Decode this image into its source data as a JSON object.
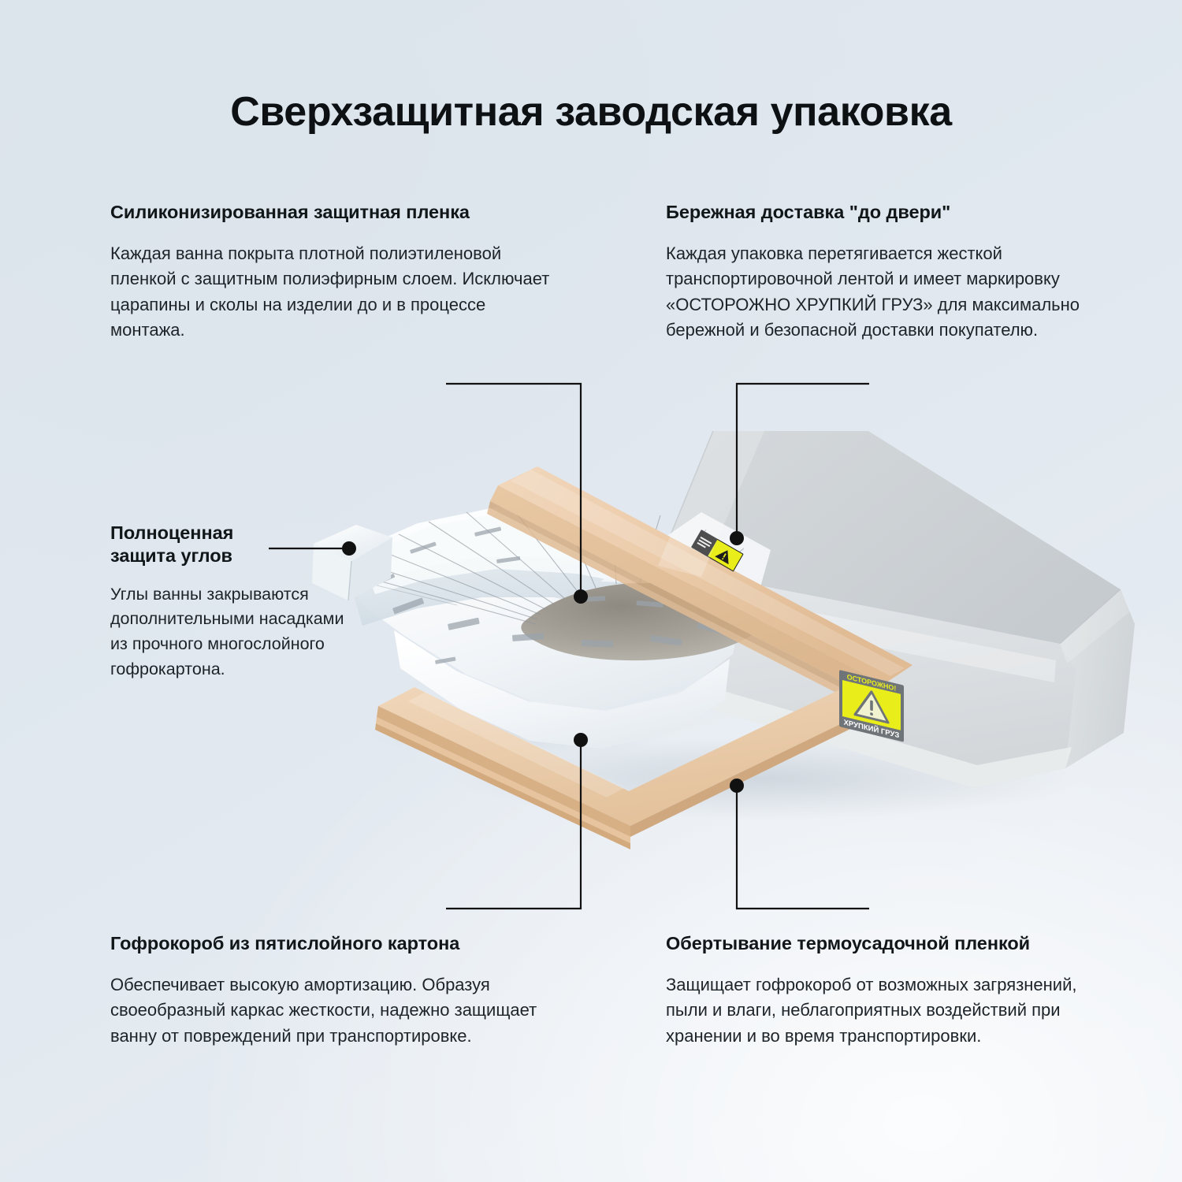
{
  "page": {
    "title": "Сверхзащитная заводская упаковка",
    "background_color": "#e2e8ee",
    "text_color": "#13181d"
  },
  "blocks": {
    "film": {
      "heading": "Силиконизированная защитная пленка",
      "body": "Каждая ванна покрыта плотной полиэтиленовой пленкой с защитным полиэфирным слоем. Исключает царапины и сколы на изделии до и в процессе монтажа."
    },
    "delivery": {
      "heading": "Бережная доставка \"до двери\"",
      "body": "Каждая упаковка перетягивается жесткой транспортировочной лентой и имеет маркировку «ОСТОРОЖНО ХРУПКИЙ ГРУЗ» для максимально бережной и безопасной доставки покупателю."
    },
    "corners": {
      "heading_line1": "Полноценная",
      "heading_line2": "защита углов",
      "body": "Углы ванны закрываются дополнительными насадками из прочного многослойного гофрокартона."
    },
    "box": {
      "heading": "Гофрокороб из пятислойного картона",
      "body": "Обеспечивает высокую амортизацию. Образуя своеобразный каркас жесткости, надежно защищает ванну от повреждений при транспортировке."
    },
    "shrink": {
      "heading": "Обертывание термоусадочной пленкой",
      "body": "Защищает гофрокороб от возможных загрязнений, пыли и влаги, неблагоприятных воздействий  при хранении и во время транспортировки."
    }
  },
  "warning_labels": {
    "top_text": "ОСТОРОЖНО!",
    "bottom_text": "ХРУПКИЙ ГРУЗ",
    "background_color": "#e9ed1a",
    "frame_color": "#6f7478",
    "icon": "warning-triangle-exclamation"
  },
  "illustration": {
    "description": "bathtub-in-open-corrugated-box",
    "colors": {
      "tub_white": "#fbfcfd",
      "film_bluegrey": "#d8e1e7",
      "cardboard_kraft": "#e5c5a5",
      "cardboard_kraft_dark": "#cfa87f",
      "shrink_film_grey": "#d2d6d8",
      "shrink_film_light": "#e3e7e9",
      "tub_interior_shadow": "#9c9890",
      "leader_line": "#111111"
    }
  }
}
